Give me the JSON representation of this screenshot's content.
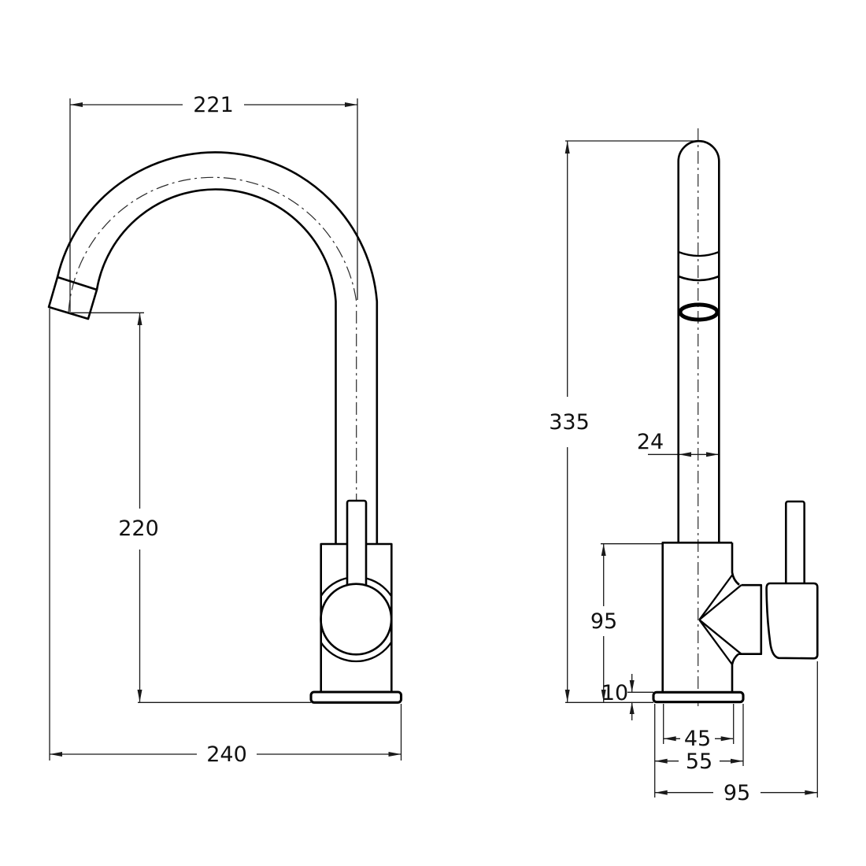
{
  "drawing": {
    "kind": "technical dimension drawing",
    "subject": "kitchen sink mixer tap (gooseneck faucet), two orthographic views",
    "background_color": "#ffffff",
    "line_color": "#000000",
    "views": {
      "front": {
        "dims": {
          "spout_reach": "221",
          "spout_tip_height": "220",
          "overall_depth": "240"
        }
      },
      "side": {
        "dims": {
          "total_height": "335",
          "pipe_diameter": "24",
          "body_height": "95",
          "base_thickness": "10",
          "body_width": "45",
          "base_width": "55",
          "overall_width": "95"
        }
      }
    }
  }
}
